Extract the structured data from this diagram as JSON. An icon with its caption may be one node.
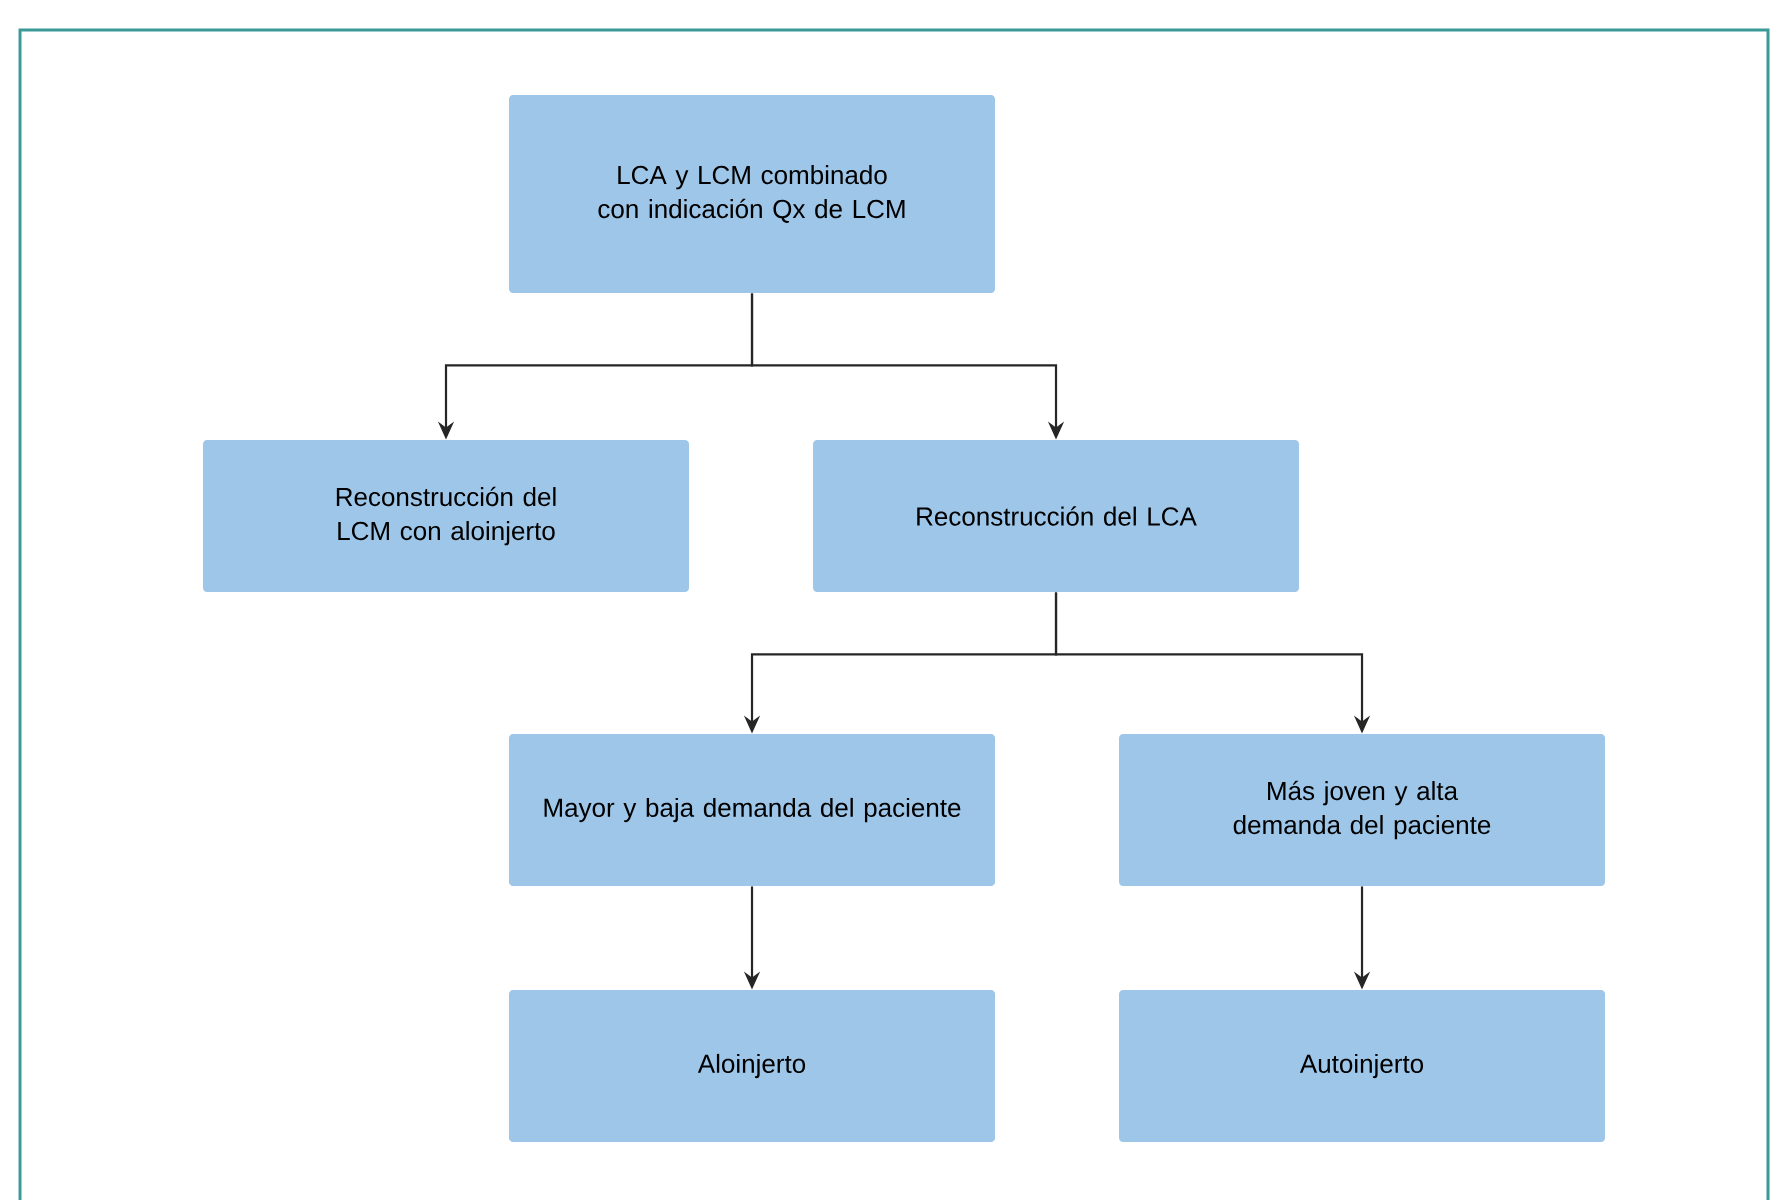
{
  "diagram": {
    "nodes": [
      {
        "text": [
          "LCA y LCM combinado con indicación Qx de LCM"
        ]
      },
      {
        "text": [
          "Reconstrucción del LCM con aloinjerto"
        ]
      },
      {
        "text": [
          "Reconstrucción del LCA"
        ]
      },
      {
        "text": [
          "Mayor y baja demanda del paciente"
        ]
      },
      {
        "text": [
          "Más joven y alta demanda del paciente"
        ]
      },
      {
        "text": [
          "Aloinjerto"
        ]
      },
      {
        "text": [
          "Autoinjerto"
        ]
      }
    ],
    "edges": [
      {
        "from": 0,
        "to": 1,
        "arrow": "to"
      },
      {
        "from": 0,
        "to": 2,
        "arrow": "to"
      },
      {
        "from": 2,
        "to": 3,
        "arrow": "to"
      },
      {
        "from": 2,
        "to": 4,
        "arrow": "to"
      },
      {
        "from": 3,
        "to": 5,
        "arrow": "to"
      },
      {
        "from": 4,
        "to": 6,
        "arrow": "to"
      }
    ]
  }
}
